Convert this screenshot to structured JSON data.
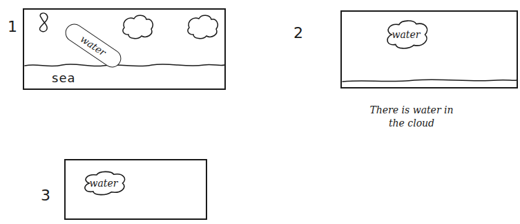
{
  "diagram": {
    "nodes": [
      {
        "text": [
          "1",
          "sea"
        ]
      },
      {
        "text": [
          "water"
        ],
        "in": 0
      },
      {
        "text": [
          "2"
        ]
      },
      {
        "text": [
          "water"
        ],
        "in": 2
      },
      {
        "text": [
          "3"
        ]
      },
      {
        "text": [
          "water"
        ],
        "in": 4
      }
    ],
    "labels": [
      "There is water in the cloud"
    ]
  }
}
